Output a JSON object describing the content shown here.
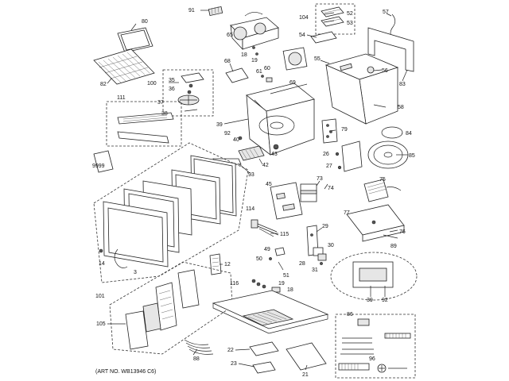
{
  "caption": "(ART NO. WB13946 C6)",
  "callouts": [
    "91",
    "80",
    "104",
    "52",
    "53",
    "57",
    "65",
    "18",
    "19",
    "54",
    "55",
    "56",
    "83",
    "82",
    "68",
    "60",
    "61",
    "69",
    "100",
    "35",
    "36",
    "37",
    "38",
    "111",
    "58",
    "39",
    "92",
    "40",
    "43",
    "79",
    "84",
    "26",
    "27",
    "85",
    "42",
    "93",
    "45",
    "73",
    "74",
    "75",
    "77",
    "76",
    "89",
    "9999",
    "114",
    "115",
    "29",
    "49",
    "50",
    "51",
    "30",
    "28",
    "31",
    "14",
    "3",
    "12",
    "101",
    "116",
    "19",
    "18",
    "39",
    "92",
    "105",
    "86",
    "22",
    "23",
    "88",
    "21",
    "96"
  ]
}
